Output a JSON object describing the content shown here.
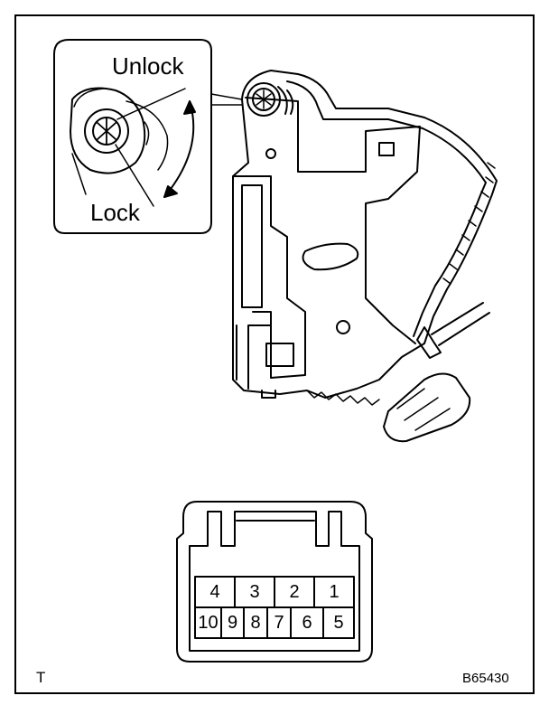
{
  "labels": {
    "unlock": "Unlock",
    "lock": "Lock",
    "corner_mark": "T",
    "figure_code": "B65430"
  },
  "connector": {
    "top_row": [
      "4",
      "3",
      "2",
      "1"
    ],
    "bottom_row": [
      "10",
      "9",
      "8",
      "7",
      "6",
      "5"
    ]
  },
  "colors": {
    "line": "#000000",
    "background": "#ffffff"
  }
}
